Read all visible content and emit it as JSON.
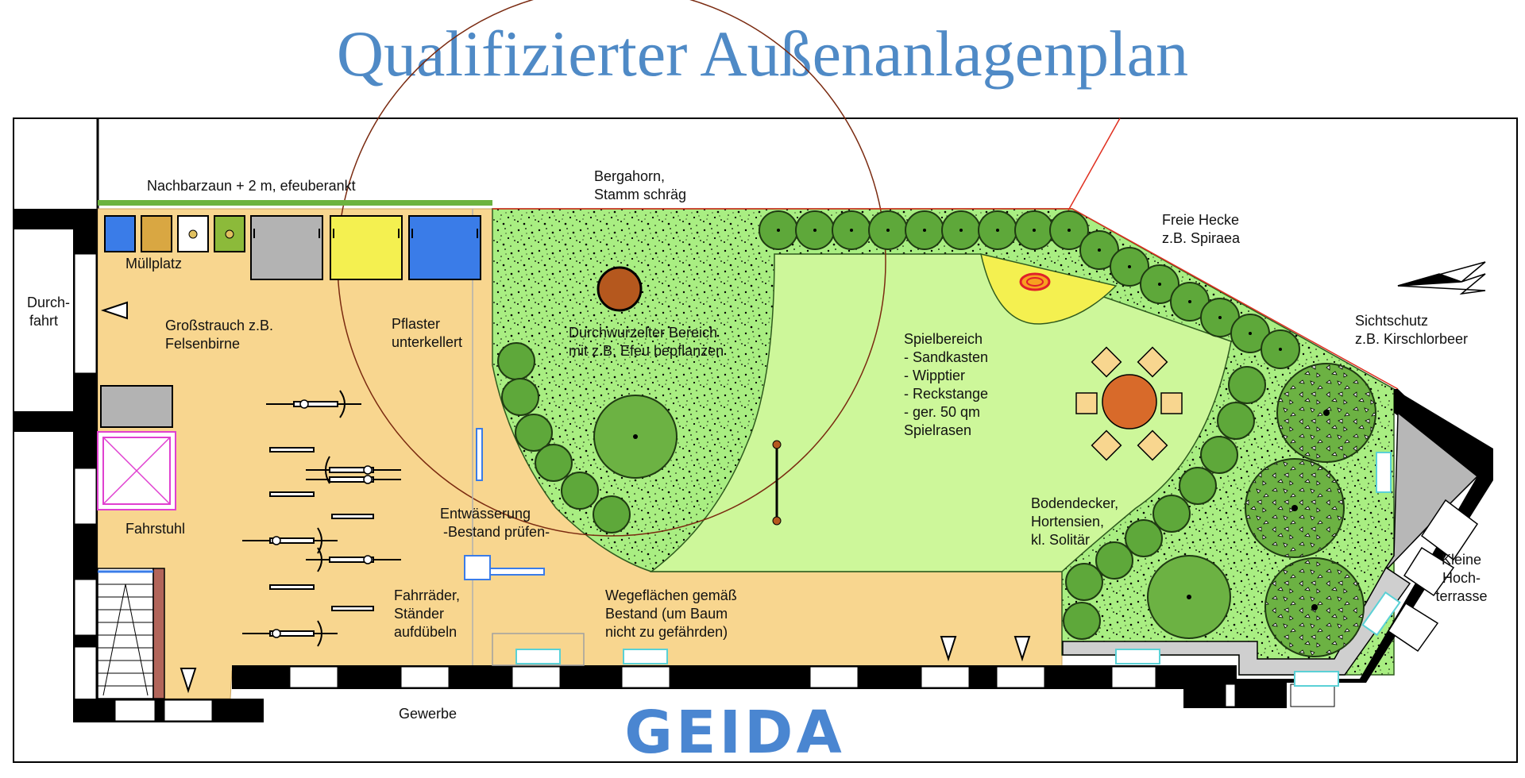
{
  "title": "Qualifizierter Außenanlagenplan",
  "logo": "GEIDA",
  "labels": {
    "fence": "Nachbarzaun + 2 m, efeuberankt",
    "maple_1": "Bergahorn,",
    "maple_2": "Stamm schräg",
    "hedge_1": "Freie Hecke",
    "hedge_2": "z.B. Spiraea",
    "passage_1": "Durch-",
    "passage_2": "fahrt",
    "waste": "Müllplatz",
    "shrub_1": "Großstrauch z.B.",
    "shrub_2": "Felsenbirne",
    "paving_1": "Pflaster",
    "paving_2": "unterkellert",
    "root_1": "Durchwurzelter Bereich",
    "root_2": "mit z.B. Efeu bepflanzen",
    "play_1": "Spielbereich",
    "play_2": "- Sandkasten",
    "play_3": "- Wipptier",
    "play_4": "- Reckstange",
    "play_5": "- ger. 50 qm",
    "play_6": "Spielrasen",
    "privacy_1": "Sichtschutz",
    "privacy_2": "z.B. Kirschlorbeer",
    "lift": "Fahrstuhl",
    "drain_1": "Entwässerung",
    "drain_2": "-Bestand prüfen-",
    "ground_1": "Bodendecker,",
    "ground_2": "Hortensien,",
    "ground_3": "kl. Solitär",
    "bikes_1": "Fahrräder,",
    "bikes_2": "Ständer",
    "bikes_3": "aufdübeln",
    "paths_1": "Wegeflächen gemäß",
    "paths_2": "Bestand (um Baum",
    "paths_3": "nicht zu gefährden)",
    "terrace_1": "Kleine",
    "terrace_2": "Hoch-",
    "terrace_3": "terrasse",
    "business": "Gewerbe"
  },
  "colors": {
    "title": "#4f8ac6",
    "paving": "#f8d68f",
    "lawn": "#cdf79a",
    "planting": "#a9ee82",
    "shrub": "#5ea83a",
    "sandbox": "#f4f050",
    "tree_trunk": "#b5581e",
    "fence": "#6cb33f",
    "lift": "#e040d0",
    "logo": "#4a86d1"
  }
}
